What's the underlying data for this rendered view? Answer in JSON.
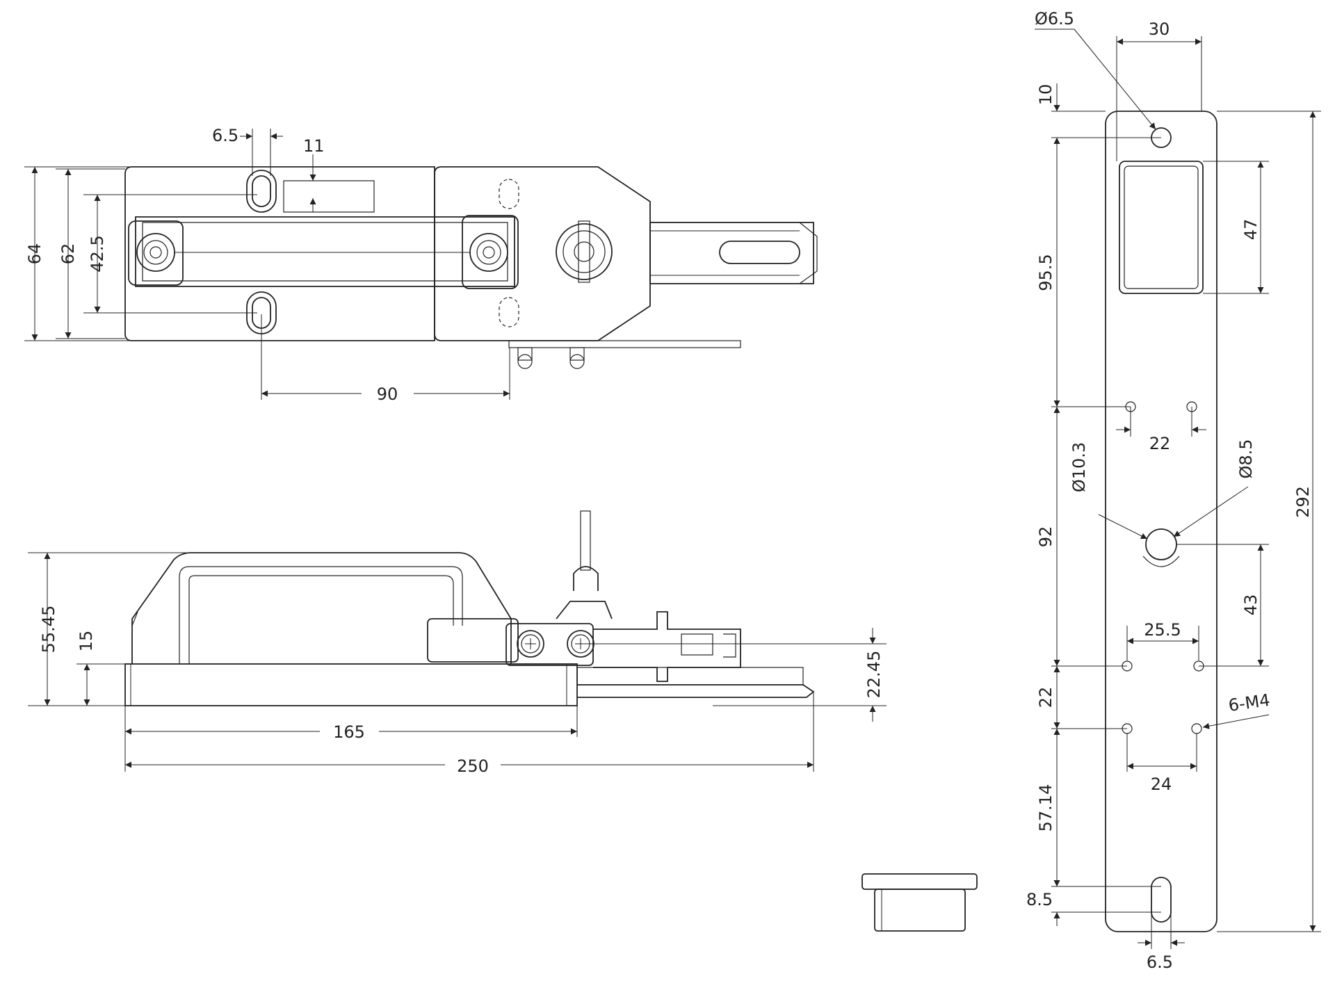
{
  "top_view": {
    "dims": {
      "slot_width": "6.5",
      "slot_height": "11",
      "overall_height": "64",
      "plate_height": "62",
      "bolt_spacing": "42.5",
      "slot_pitch": "90"
    }
  },
  "side_view": {
    "dims": {
      "overall_height": "55.45",
      "base_height": "15",
      "stroke": "22.45",
      "base_length": "165",
      "overall_length": "250"
    }
  },
  "plate_view": {
    "dims": {
      "top_hole_dia": "Ø6.5",
      "window_width": "30",
      "top_offset": "10",
      "window_height": "47",
      "dist_1": "95.5",
      "hole_spacing_1": "22",
      "lock_hole_outer": "Ø10.3",
      "lock_hole_inner": "Ø8.5",
      "dist_2": "92",
      "overall_length": "292",
      "lock_offset": "43",
      "hole_spacing_2": "25.5",
      "dist_3": "22",
      "thread_note": "6-M4",
      "hole_spacing_3": "24",
      "dist_4": "57.14",
      "slot_length": "8.5",
      "slot_width": "6.5"
    }
  }
}
